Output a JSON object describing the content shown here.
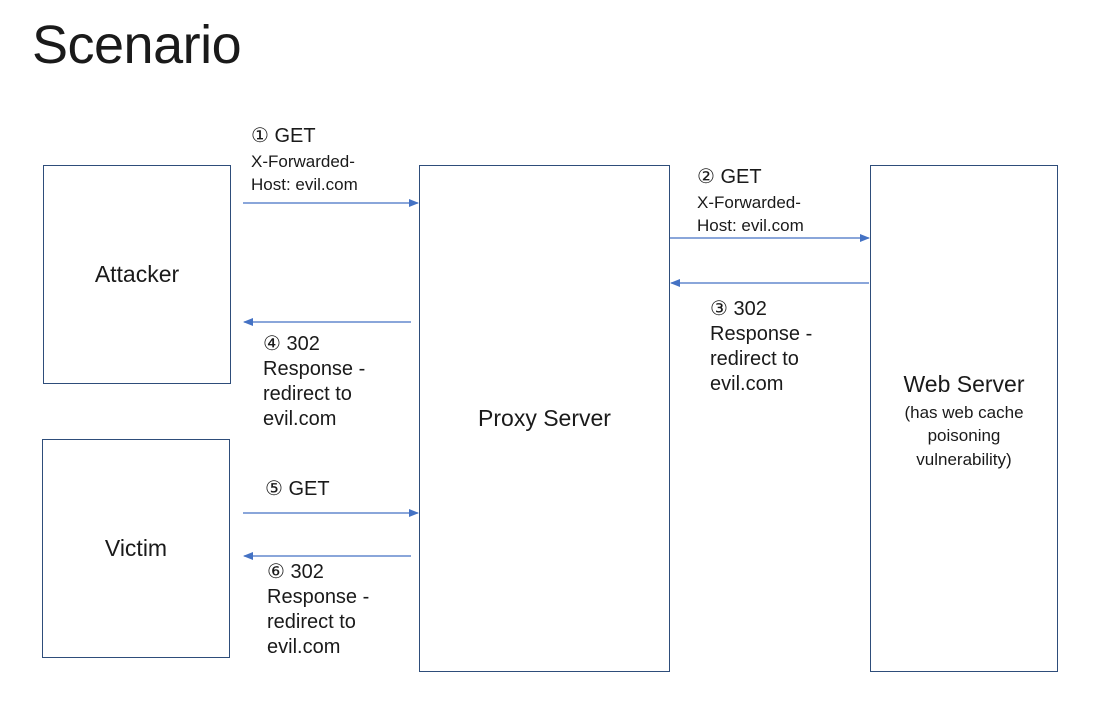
{
  "title": "Scenario",
  "nodes": {
    "attacker": {
      "label": "Attacker"
    },
    "victim": {
      "label": "Victim"
    },
    "proxy": {
      "label": "Proxy Server"
    },
    "web_server": {
      "label": "Web Server",
      "note": "(has web cache\npoisoning\nvulnerability)"
    }
  },
  "steps": [
    {
      "step": "① GET",
      "detail": "X-Forwarded-\nHost: evil.com"
    },
    {
      "step": "② GET",
      "detail": "X-Forwarded-\nHost: evil.com"
    },
    {
      "text": "③ 302\nResponse -\nredirect to\nevil.com"
    },
    {
      "text": "④ 302\nResponse -\nredirect to\nevil.com"
    },
    {
      "text": "⑤ GET"
    },
    {
      "text": "⑥ 302\nResponse -\nredirect to\nevil.com"
    }
  ],
  "colors": {
    "arrow": "#4472c4",
    "box_border": "#2e4d7a",
    "text": "#1a1a1a"
  }
}
